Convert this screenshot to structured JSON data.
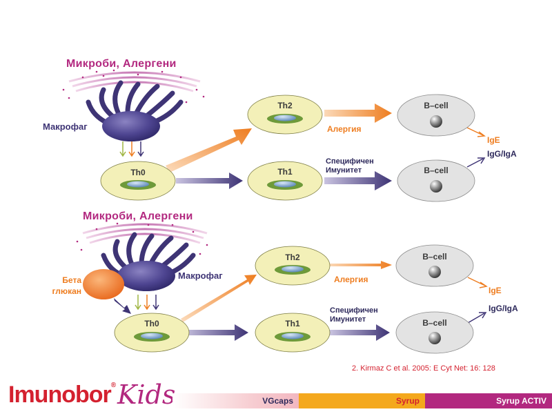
{
  "diagram": {
    "top": {
      "title": "Микроби, Алергени",
      "macrophage_label": "Макрофаг",
      "th0": "Th0",
      "th2": "Th2",
      "th1": "Th1",
      "bcell_th2": "B–cell",
      "bcell_th1": "B–cell",
      "allergy": "Алергия",
      "specific_line1": "Специфичен",
      "specific_line2": "Имунитет",
      "ige": "IgE",
      "igg": "IgG/IgA"
    },
    "bottom": {
      "title": "Микроби, Алергени",
      "macrophage_label": "Макрофаг",
      "beta_line1": "Бета",
      "beta_line2": "глюкан",
      "th0": "Th0",
      "th2": "Th2",
      "th1": "Th1",
      "bcell_th2": "B–cell",
      "bcell_th1": "B–cell",
      "allergy": "Алергия",
      "specific_line1": "Специфичен",
      "specific_line2": "Имунитет",
      "ige": "IgE",
      "igg": "IgG/IgA"
    },
    "reference": "2. Kirmaz C et al. 2005: E Cyt Net: 16: 128"
  },
  "footer": {
    "brand": "Imunobor",
    "brand_mark": "®",
    "brand_suffix": "Kids",
    "bars": [
      "VGcaps",
      "Syrup",
      "Syrup ACTIV"
    ]
  },
  "colors": {
    "magenta": "#b2287f",
    "orange": "#ee7d20",
    "navy": "#3e3475",
    "cell_fill": "#f3f0b8",
    "bcell_fill": "#e3e3e3",
    "red": "#d4212f"
  }
}
